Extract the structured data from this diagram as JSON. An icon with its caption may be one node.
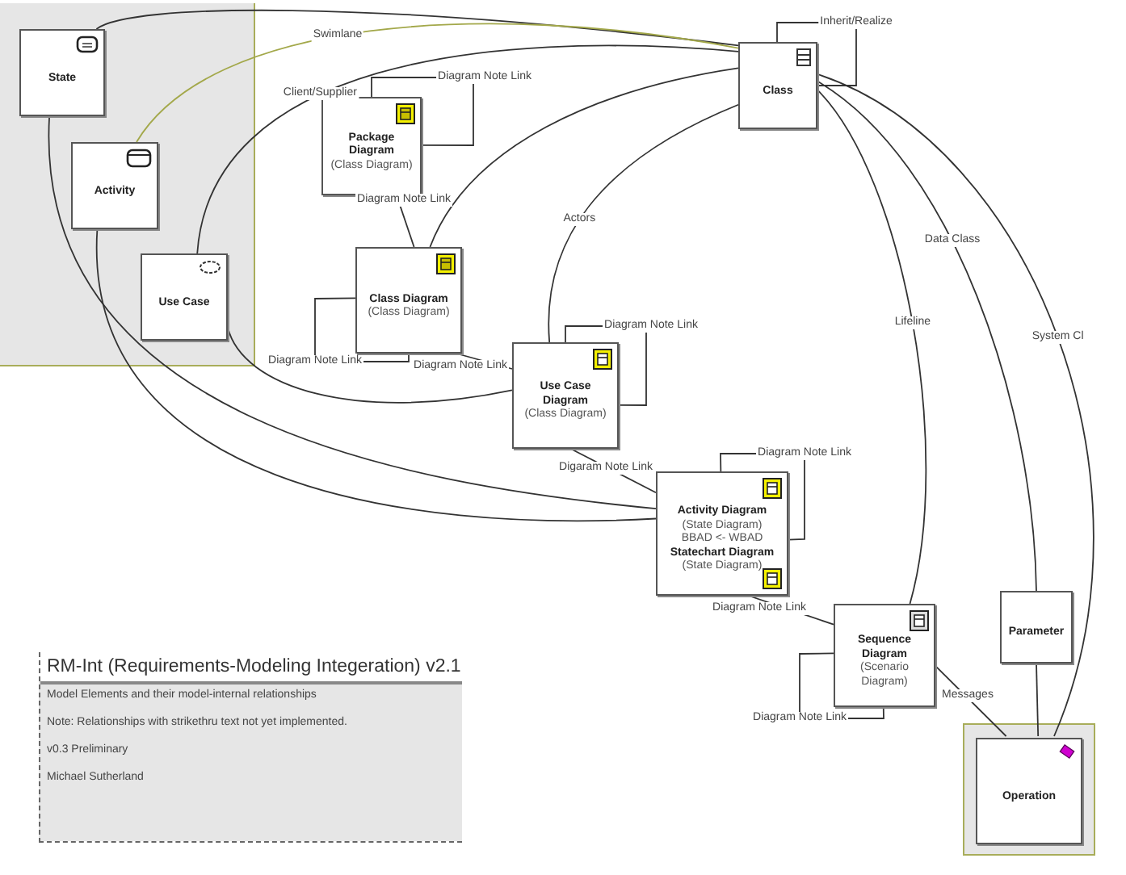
{
  "diagram": {
    "nodes": [
      {
        "text": [],
        "shape": "box"
      },
      {
        "text": [
          "State"
        ],
        "in": 0
      },
      {
        "text": [
          "Activity"
        ],
        "in": 0
      },
      {
        "text": [
          "Use Case"
        ],
        "in": 0
      },
      {
        "text": [
          "Package Diagram",
          "(Class Diagram)"
        ]
      },
      {
        "text": [
          "Class Diagram",
          "(Class Diagram)"
        ]
      },
      {
        "text": [
          "Use Case Diagram",
          "(Class Diagram)"
        ]
      },
      {
        "text": [
          "Activity Diagram",
          "(State Diagram)",
          "BBAD <- WBAD",
          "Statechart Diagram",
          "(State Diagram)"
        ]
      },
      {
        "text": [
          "Class"
        ]
      },
      {
        "text": [
          "Sequence Diagram",
          "(Scenario Diagram)"
        ]
      },
      {
        "text": [
          "Parameter"
        ]
      },
      {
        "text": [],
        "shape": "box"
      },
      {
        "text": [
          "Operation"
        ],
        "in": 11
      },
      {
        "text": [
          "RM-Int (Requirements-Modeling Integeration) v2.1",
          "Model Elements and their model-internal relationships",
          "Note: Relationships with strikethru text not yet implemented.",
          "v0.3 Preliminary",
          "Michael Sutherland"
        ]
      }
    ],
    "edges": [
      {
        "from": 1,
        "to": 8,
        "arrow": "none"
      },
      {
        "from": 2,
        "to": 8,
        "arrow": "none",
        "label": "Swimlane",
        "color": "#a3a84a"
      },
      {
        "from": 3,
        "to": 8,
        "arrow": "none",
        "label": "Client/Supplier"
      },
      {
        "from": 1,
        "to": 7,
        "arrow": "none"
      },
      {
        "from": 2,
        "to": 7,
        "arrow": "none"
      },
      {
        "from": 3,
        "to": 6,
        "arrow": "none"
      },
      {
        "from": 4,
        "to": 4,
        "arrow": "none",
        "label": "Diagram Note Link"
      },
      {
        "from": 4,
        "to": 5,
        "arrow": "none",
        "label": "Diagram Note Link"
      },
      {
        "from": 5,
        "to": 5,
        "arrow": "none",
        "label": "Diagram Note Link"
      },
      {
        "from": 5,
        "to": 6,
        "arrow": "none",
        "label": "Diagram Note Link"
      },
      {
        "from": 6,
        "to": 6,
        "arrow": "none",
        "label": "Diagram Note Link"
      },
      {
        "from": 6,
        "to": 7,
        "arrow": "none",
        "label": "Digaram Note Link"
      },
      {
        "from": 7,
        "to": 7,
        "arrow": "none",
        "label": "Diagram Note Link"
      },
      {
        "from": 7,
        "to": 9,
        "arrow": "none",
        "label": "Diagram Note Link"
      },
      {
        "from": 9,
        "to": 9,
        "arrow": "none",
        "label": "Diagram Note Link"
      },
      {
        "from": 9,
        "to": 12,
        "arrow": "none",
        "label": "Messages"
      },
      {
        "from": 8,
        "to": 8,
        "arrow": "none",
        "label": "Inherit/Realize"
      },
      {
        "from": 8,
        "to": 5,
        "arrow": "none"
      },
      {
        "from": 8,
        "to": 6,
        "arrow": "none",
        "label": "Actors"
      },
      {
        "from": 8,
        "to": 9,
        "arrow": "none",
        "label": "Lifeline"
      },
      {
        "from": 8,
        "to": 10,
        "arrow": "none",
        "label": "Data Class"
      },
      {
        "from": 8,
        "to": 12,
        "arrow": "none",
        "label": "System Cl"
      },
      {
        "from": 10,
        "to": 12,
        "arrow": "none"
      }
    ]
  }
}
